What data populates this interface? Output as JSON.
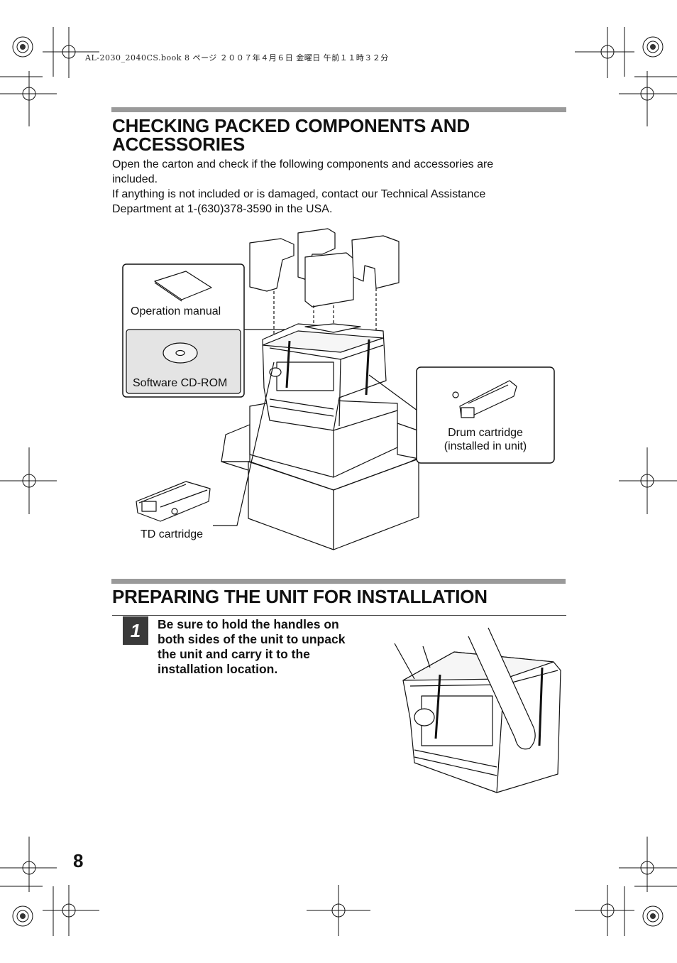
{
  "header": {
    "running_line": "AL-2030_2040CS.book  8 ページ  ２００７年４月６日  金曜日  午前１１時３２分"
  },
  "section1": {
    "title_line1": "CHECKING PACKED COMPONENTS AND",
    "title_line2": "ACCESSORIES",
    "intro_line1": "Open the carton and check if the following components and accessories are",
    "intro_line2": "included.",
    "intro_line3": "If anything is not included or is damaged, contact our Technical Assistance",
    "intro_line4": "Department at 1-(630)378-3590 in the USA."
  },
  "illustration": {
    "operation_manual": "Operation manual",
    "software_cd": "Software CD-ROM",
    "drum_line1": "Drum cartridge",
    "drum_line2": "(installed in unit)",
    "td_cartridge": "TD cartridge"
  },
  "section2": {
    "title": "PREPARING THE UNIT FOR INSTALLATION",
    "step_number": "1",
    "step_line1": "Be sure to hold the handles on",
    "step_line2": "both sides of the unit to unpack",
    "step_line3": "the unit and carry it to the",
    "step_line4": "installation location."
  },
  "footer": {
    "page_number": "8"
  },
  "colors": {
    "section_bar": "#9a9a9a",
    "step_badge": "#3a3a3a",
    "cd_panel": "#e4e4e4"
  }
}
